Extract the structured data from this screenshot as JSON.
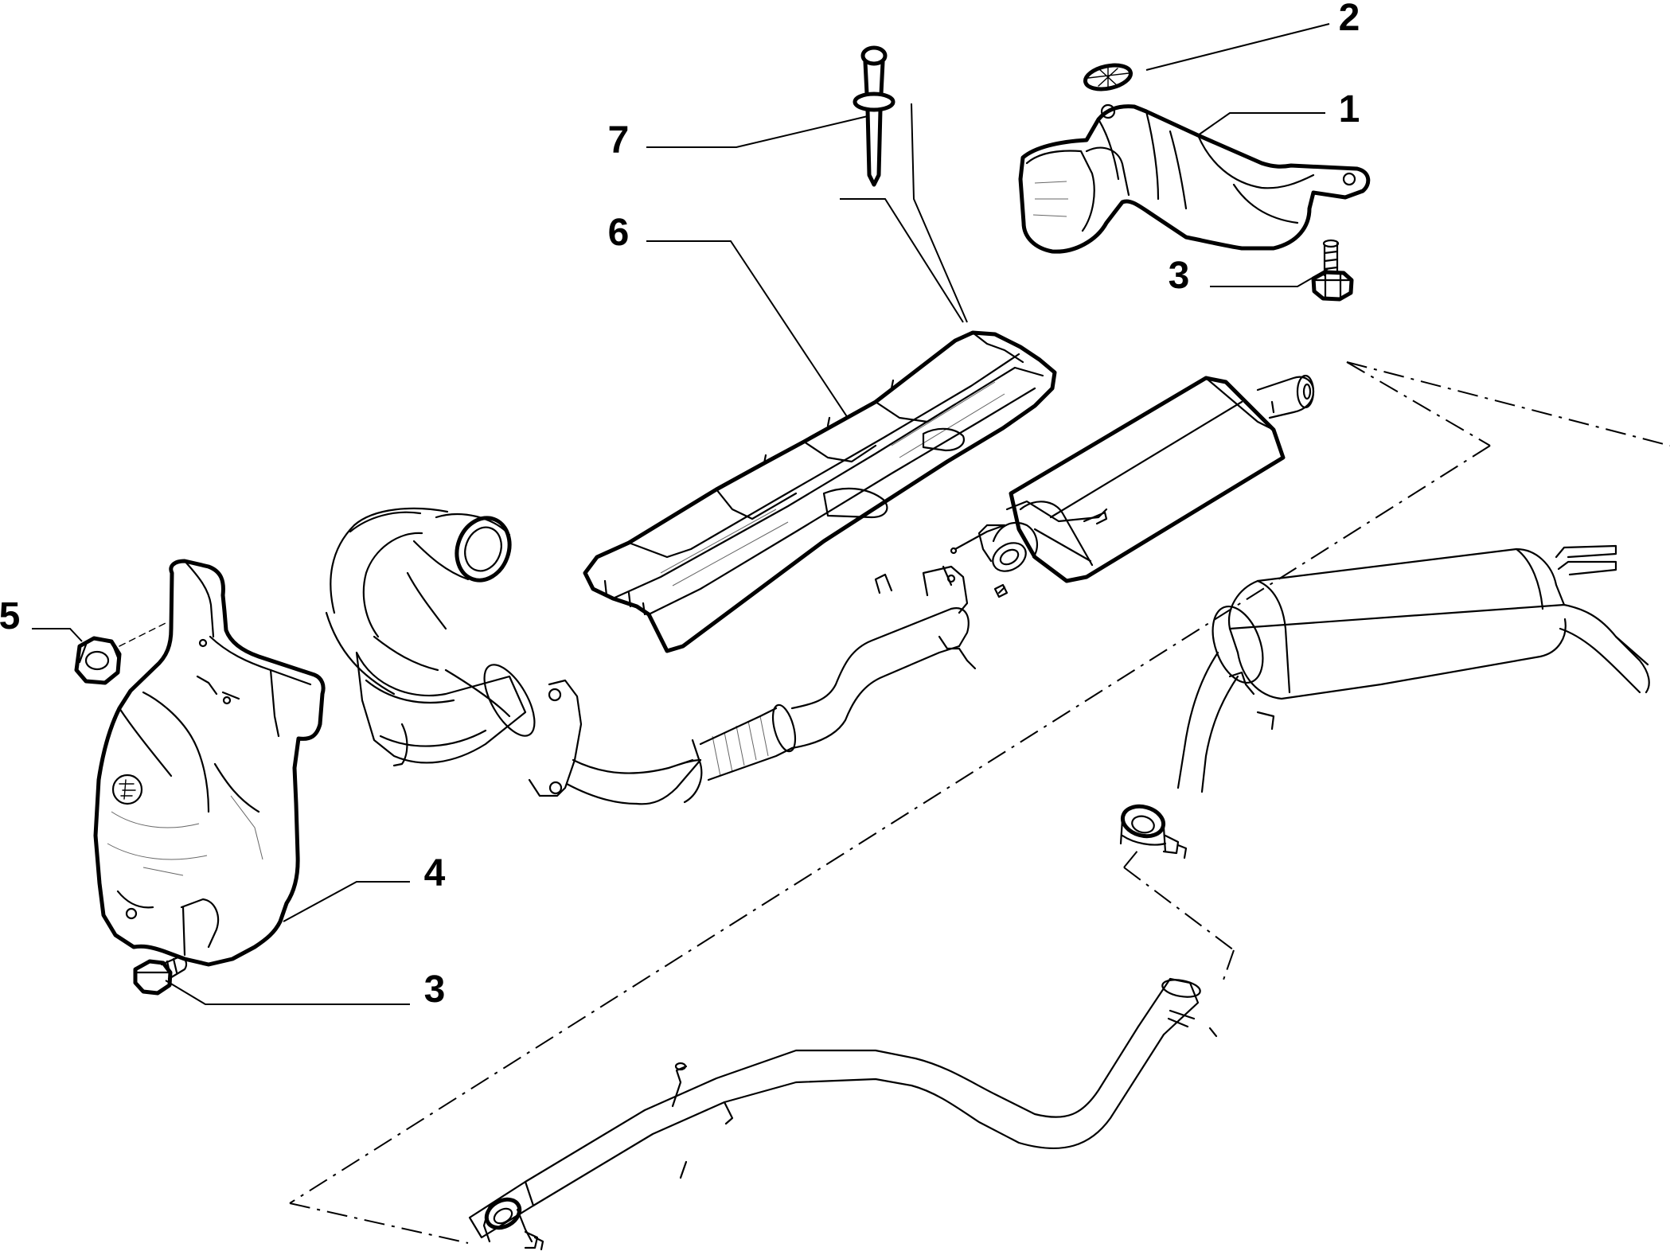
{
  "diagram": {
    "callouts": [
      {
        "id": "callout-1",
        "text": "1"
      },
      {
        "id": "callout-2",
        "text": "2"
      },
      {
        "id": "callout-3-top",
        "text": "3"
      },
      {
        "id": "callout-3-bottom",
        "text": "3"
      },
      {
        "id": "callout-4",
        "text": "4"
      },
      {
        "id": "callout-5",
        "text": "5"
      },
      {
        "id": "callout-6",
        "text": "6"
      },
      {
        "id": "callout-7",
        "text": "7"
      }
    ]
  }
}
